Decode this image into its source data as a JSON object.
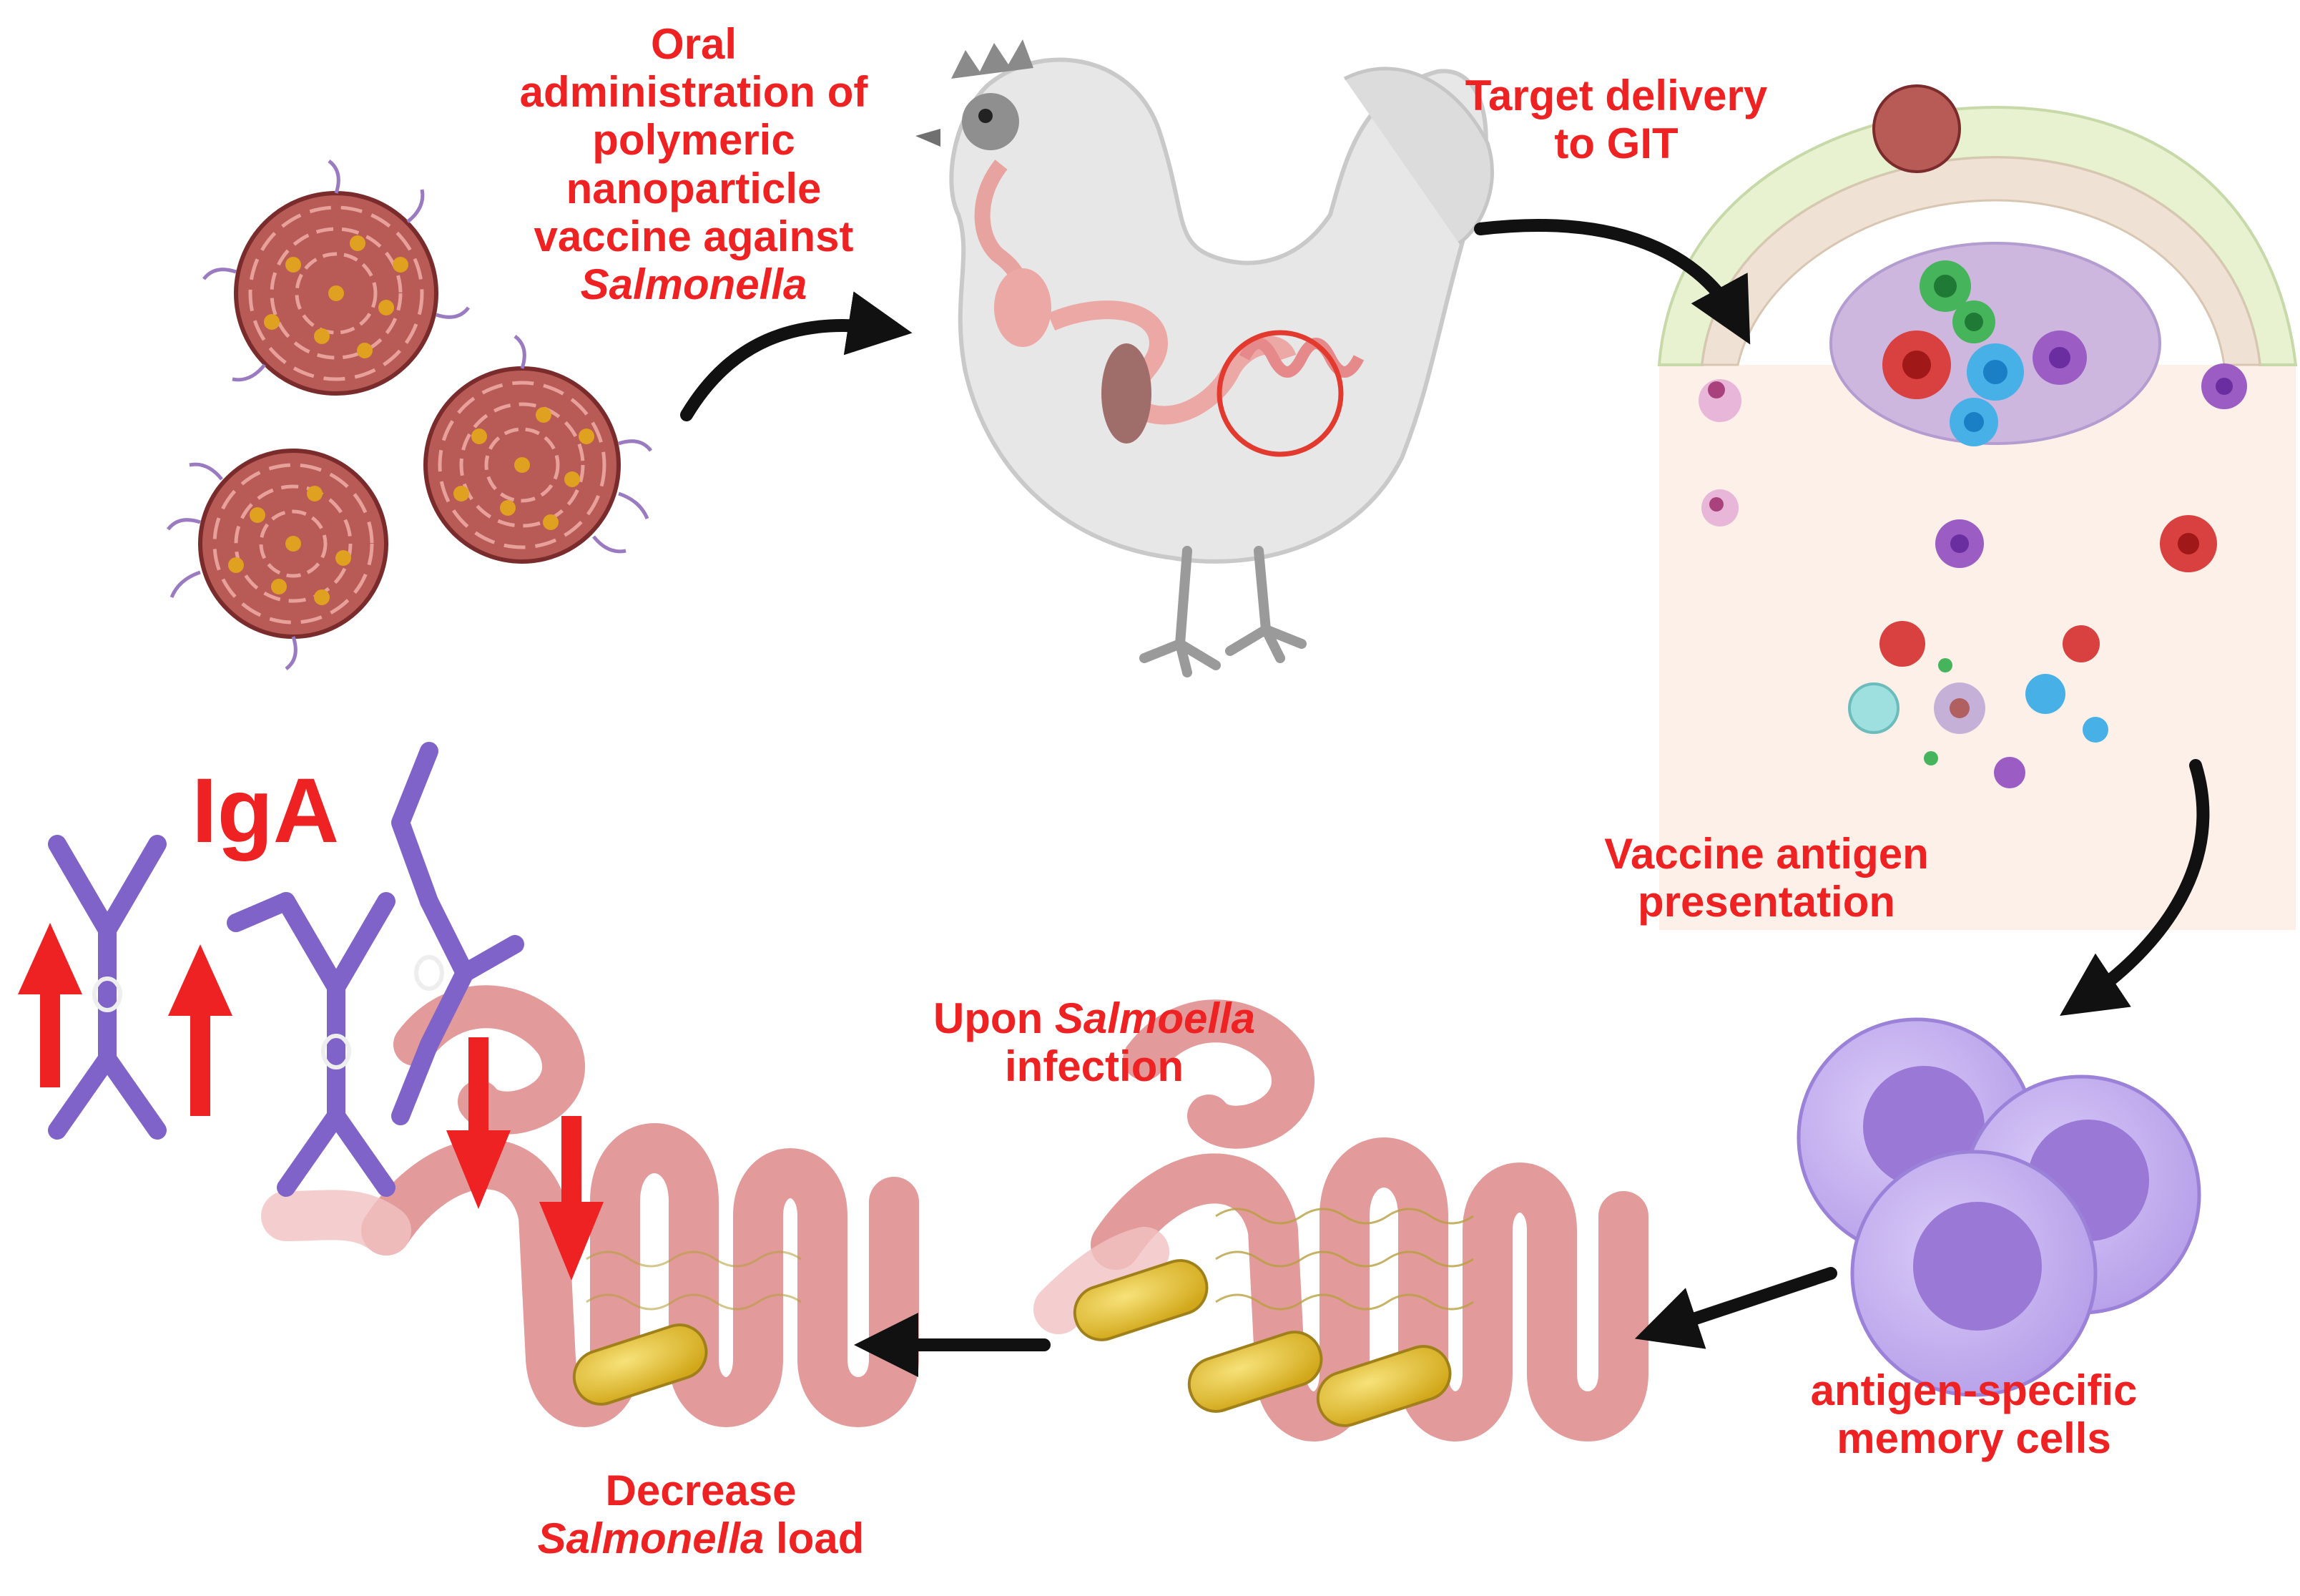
{
  "labels": {
    "oral": {
      "l1": "Oral",
      "l2": "administration of",
      "l3": "polymeric",
      "l4": "nanoparticle",
      "l5": "vaccine against",
      "l6": "Salmonella"
    },
    "target": {
      "l1": "Target delivery",
      "l2": "to GIT"
    },
    "vaccine": {
      "l1": "Vaccine antigen",
      "l2": "presentation"
    },
    "memory": {
      "l1": "antigen-specific",
      "l2": "memory cells"
    },
    "upon": {
      "pre": "Upon ",
      "italic": "Salmoella",
      "l2": "infection"
    },
    "decrease": {
      "l1": "Decrease",
      "italic": "Salmonella",
      "post": " load"
    },
    "iga": "IgA"
  },
  "colors": {
    "label_red": "#ee2222",
    "arrow_black": "#111111",
    "intestine": "#e29a9a",
    "bacteria": "#e2c02a",
    "memory_cell": "#c6b2f2",
    "antibody": "#7f63c9",
    "epithelium": "#e8f2d0"
  },
  "icons": [
    "nanoparticle-icon",
    "chicken-icon",
    "intestine-villus-icon",
    "memory-cell-icon",
    "intestine-icon",
    "salmonella-icon",
    "iga-antibody-icon",
    "up-arrow-icon",
    "down-arrow-icon"
  ]
}
